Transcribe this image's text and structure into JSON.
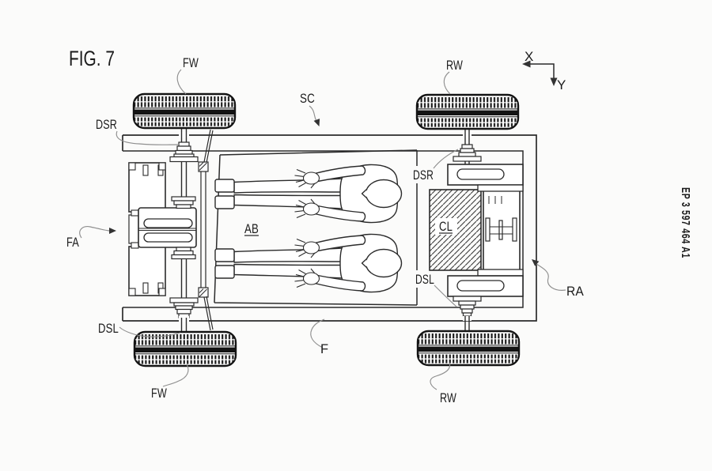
{
  "figure": {
    "title": "FIG. 7",
    "patent_number": "EP 3 597 464 A1"
  },
  "axes": {
    "x": "X",
    "y": "Y"
  },
  "callouts": {
    "fw_top": "FW",
    "rw_top": "RW",
    "dsr_left": "DSR",
    "sc": "SC",
    "dsr_right": "DSR",
    "fa": "FA",
    "ab": "AB",
    "cl": "CL",
    "dsl_right": "DSL",
    "ra": "RA",
    "dsl_left": "DSL",
    "f": "F",
    "fw_bottom": "FW",
    "rw_bottom": "RW"
  },
  "colors": {
    "ink": "#2b2b2b",
    "tire": "#141414",
    "leader": "#8f8f8f",
    "paper": "#fbfbfa"
  }
}
